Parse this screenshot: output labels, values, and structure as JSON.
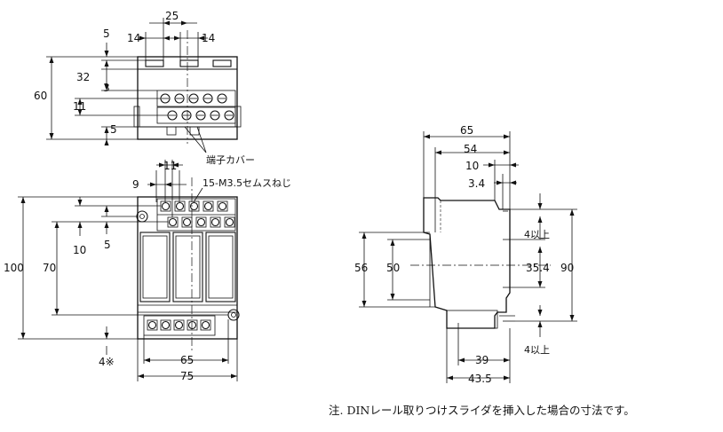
{
  "top_view": {
    "dims": {
      "d25": "25",
      "d14a": "14",
      "d14b": "14",
      "d5top": "5",
      "d32": "32",
      "d3": "3",
      "d60": "60",
      "d11": "11",
      "d5bot": "5"
    },
    "callout": "端子カバー"
  },
  "front_view": {
    "dims": {
      "d11": "11",
      "d9": "9",
      "d10": "10",
      "d5": "5",
      "d100": "100",
      "d70": "70",
      "d4": "4※",
      "d65": "65",
      "d75": "75"
    },
    "callout": "15-M3.5セムスねじ"
  },
  "side_view": {
    "dims": {
      "d65": "65",
      "d54": "54",
      "d10": "10",
      "d3_4": "3.4",
      "d4up_a": "4以上",
      "d56": "56",
      "d50": "50",
      "d35_4": "35.4",
      "d90": "90",
      "d4up_b": "4以上",
      "d39": "39",
      "d43_5": "43.5"
    }
  },
  "note": "注.  DINレール取りつけスライダを挿入した場合の寸法です。"
}
